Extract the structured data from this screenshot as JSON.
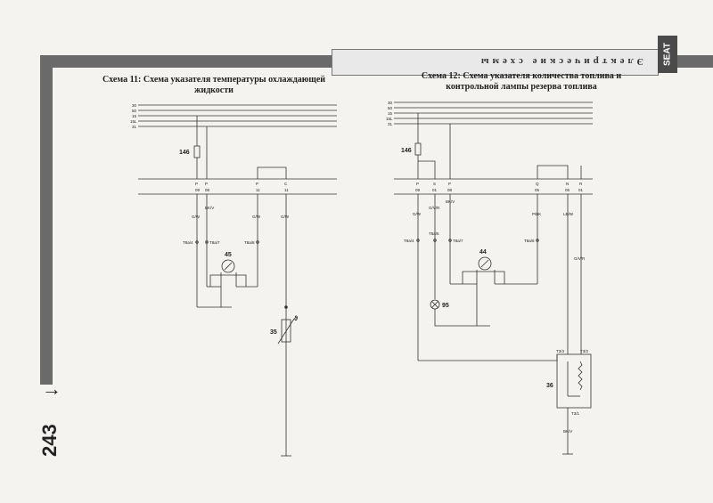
{
  "header": {
    "section_title": "Электрические схемы",
    "brand": "SEAT"
  },
  "page": {
    "number": "243",
    "arrow": "→"
  },
  "left_diagram": {
    "title_line1": "Схема 11: Схема указателя температуры охлаждающей",
    "title_line2": "жидкости",
    "bus_labels": [
      "30",
      "50",
      "15",
      "15L",
      "31"
    ],
    "fuse": "146",
    "connector_pins": [
      {
        "top": "P",
        "bottom": "09"
      },
      {
        "top": "P",
        "bottom": "08"
      },
      {
        "top": "P",
        "bottom": "11"
      },
      {
        "top": "C",
        "bottom": "11"
      }
    ],
    "wire_labels": [
      "G/W",
      "BK/V",
      "G/W",
      "G/W"
    ],
    "plug_labels": [
      "T8a/4",
      "T8a/7",
      "T8a/8"
    ],
    "gauge": "45",
    "sensor": "35",
    "sensor_symbol": "ϑ"
  },
  "right_diagram": {
    "title_line1": "Схема 12: Схема указателя количества топлива и",
    "title_line2": "контрольной лампы резерва топлива",
    "bus_labels": [
      "30",
      "50",
      "15",
      "15L",
      "31"
    ],
    "fuse": "146",
    "connector_pins": [
      {
        "top": "P",
        "bottom": "09"
      },
      {
        "top": "S",
        "bottom": "01"
      },
      {
        "top": "P",
        "bottom": "08"
      },
      {
        "top": "Q",
        "bottom": "05"
      },
      {
        "top": "N",
        "bottom": "06"
      },
      {
        "top": "R",
        "bottom": "01"
      }
    ],
    "wire_labels": [
      "G/W",
      "G/V/R",
      "BK/V",
      "P/BK",
      "LB/W",
      "G/V/R"
    ],
    "plug_labels": [
      "T8a/4",
      "T8a/5",
      "T8a/7",
      "T8a/6"
    ],
    "gauge": "44",
    "lamp": "95",
    "sender": "36",
    "sender_pins": [
      "T3/3",
      "T3/2",
      "T3/1"
    ],
    "ground_wire": "BK/V"
  }
}
